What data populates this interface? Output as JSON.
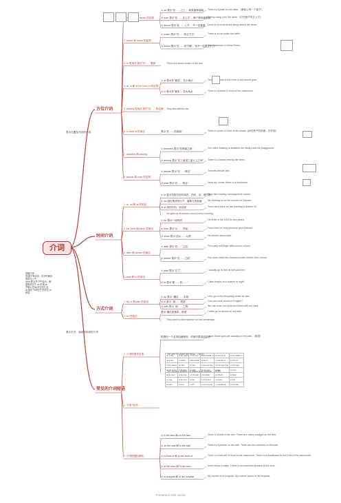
{
  "center_title": "介词",
  "left_note": "四组口诀\n在|用于年月中，在于时间中 年初与上午\nin/on 在|上午下午会分，用是周日分于 on 不用 on\n不用in 在|at 时空交汇点\nat 用在一切/在于 的中文 in 形容",
  "branches": [
    {
      "label": "方位介词",
      "side_label": "表示位置及方向的介词"
    },
    {
      "label": "时间介词",
      "side_label": ""
    },
    {
      "label": "方式介词",
      "side_label": "表示方式、途径和手段的介词"
    },
    {
      "label": "常见的介词短语",
      "side_label": ""
    }
  ],
  "place": {
    "items": [
      {
        "label": "1. on, over 和 above 的区别",
        "subs": [
          {
            "text": "① on 表示\"在……之上\"，和表面有接触",
            "en": "There is a plate on the desk.（桌面上有一个盘子）"
          },
          {
            "text": "② over 表示\"在……正上方\"，两个物体相垂直",
            "en": "A lamp hang over the table.（灯在桌子的正上方）"
          },
          {
            "text": "③ above 表示\"在……上方\"，不一定垂直",
            "en": "Look! A lot of birds are flying above the trees."
          }
        ]
      },
      {
        "label": "2. under 和 below 的区别",
        "subs": [
          {
            "text": "① under 表示\"在……的正下方\"",
            "en": "There is a cat under the table."
          },
          {
            "text": "② below 表示\"在……的下面\"，但不一定是正下方",
            "en": "Our classroom is below theirs."
          }
        ]
      },
      {
        "label": "3. in 的用法 表示\"在……里面\"",
        "subs": [
          {
            "text": "",
            "en": "There are some books in the box."
          }
        ]
      },
      {
        "label": "4. at, in 和 at the front of 的区别",
        "subs": [
          {
            "text": "① at 表示在\"某处\"，在小地点",
            "en": "The girl stands at the front of the school gate."
          },
          {
            "text": "② in 表示在\"某处\"，在大地点",
            "en": "There is a flower in front of the classroom."
          }
        ]
      },
      {
        "label": "5. behind 的用法 表示\"在……的后面\"",
        "subs": [
          {
            "text": "",
            "en": "Tony sits behind me."
          }
        ]
      },
      {
        "label": "6. in front of 的用法",
        "subs": [
          {
            "text": "表示\"在……的前面\"",
            "en": "There is a tree in front of the house. (树在房子的前面，在外部)"
          }
        ]
      },
      {
        "label": "7. between 和 among",
        "subs": [
          {
            "text": "① between 表示\"在两者之间\"",
            "en": "The office building is between the library and the playground."
          },
          {
            "text": "② among 表示\"在三者或三者以上之间\"",
            "en": "There is a house among the trees."
          }
        ]
      },
      {
        "label": "8. beside 和 near 的区别",
        "subs": [
          {
            "text": "① beside 表示\"在……旁边\"",
            "en": "Tom sits beside him."
          },
          {
            "text": "② near 表示\"在……附近\"",
            "en": "Near my house, there is a bookstore."
          }
        ]
      }
    ]
  },
  "time": {
    "items": [
      {
        "label": "1. in, on 和 at 的用法",
        "subs": [
          {
            "text": "① in 表示在较长的时间内，在年、月、季节前",
            "en": "They like reading newspapers in winter."
          },
          {
            "text": "② on 用在具体的日子、星期几的前面",
            "en": "My birthday is on the second of October."
          },
          {
            "text": "③ at 用在时刻、钟点前",
            "en": "They went there on the morning of March 20."
          },
          {
            "text": "",
            "en": "He gets up at seven o'clock every morning."
          }
        ]
      },
      {
        "label": "2. for, from 和 since 的用法",
        "subs": [
          {
            "text": "① for 表示一段时间",
            "en": "He lived in the USA for two years."
          },
          {
            "text": "② from 表示\"从……开始\"",
            "en": "From then on, they became good friends."
          },
          {
            "text": "③ since 表示\"自从……以来\"",
            "en": "He arrived about nine."
          }
        ]
      },
      {
        "label": "3. after 和 before 的用法",
        "subs": [
          {
            "text": "① after 表示\"在……之后\"",
            "en": "The party will begin after seven o'clock."
          },
          {
            "text": "② before 表示\"在……之前\"",
            "en": "You must clean the classroom well before nine o'clock."
          }
        ]
      },
      {
        "label": "4. past 和 to 的用法",
        "subs": [
          {
            "text": "① past 表示\"过了\"",
            "en": "I usually go to bed at half past ten."
          },
          {
            "text": "② to 表示\"差……到……\"",
            "en": "Class begins at a quarter to eight."
          }
        ]
      }
    ]
  },
  "manner": {
    "items": [
      {
        "label": "1. by, in 和 with 的用法",
        "subs": [
          {
            "text": "① by 表示 \"通过……手段\"",
            "en": "Let's go to the shopping center by taxi."
          },
          {
            "text": "② in 表示 \"用……语言\"",
            "en": "Can you write words in English?"
          },
          {
            "text": "③ with 表示 \"用……工具\"",
            "en": "We can write our eyes and listen with our ears."
          }
        ]
      },
      {
        "label": "2. on 的用法",
        "subs": [
          {
            "text": "表示\"通过收音机、电视\"",
            "en": "I often go to school on my bike."
          },
          {
            "text": "",
            "en": "They went to the museum on bus yesterday."
          }
        ]
      }
    ]
  },
  "phrases": {
    "items": [
      {
        "label": "1. 介词短语作定语",
        "subs": [
          {
            "text": "短语在一个名词后做修饰，可用作表语或定语",
            "en": "Look! Some girls are dancing in the park.（表语）"
          },
          {
            "text": "",
            "en": "The pen is under the book.（表语）"
          },
          {
            "text": "",
            "en": "The woman beside the Black tree teacher.（定语）"
          }
        ]
      },
      {
        "label": "2. 介词+名词",
        "subs": []
      },
      {
        "label": "3. 介词短语的辨析",
        "subs": [
          {
            "text": "① in the tree 和 on the tree",
            "en": "There is a bird in the tree. There are many oranges on the tree."
          },
          {
            "text": "② on the wall 和 in the wall",
            "en": "There is a picture on the wall. There are two windows in the wall."
          },
          {
            "text": "③ in front of 和 in the front of",
            "en": "There is a tall tree in front of the classroom. There is a blackboard in the front of the classroom."
          },
          {
            "text": "④ at the door 和 in the door",
            "en": "Don't sleep in class. There is an American student at the door."
          },
          {
            "text": "⑤ in hospital 和 in the hospital",
            "en": "My mother is in hospital. My mother works in the hospital."
          }
        ]
      }
    ]
  },
  "table": [
    [
      "on a map",
      "in the world",
      "on the sky",
      "in the middle of",
      "at the end of",
      "in the middle of"
    ],
    [
      "on a bed",
      "in winter",
      "after school",
      "at home",
      "on the left of",
      "in front of"
    ],
    [
      "in the garden",
      "on foot",
      "by bus",
      "in the morning",
      "at the beginning",
      "on the right"
    ],
    [
      "on the phone",
      "in English",
      "at night",
      "by the way",
      "in fact",
      "on time"
    ],
    [
      "at the door",
      "in the tree",
      "on the wall",
      "in hospital",
      "at school",
      "in class"
    ],
    [
      "on duty",
      "in the end",
      "at last",
      "in the future",
      "on show",
      "at first"
    ],
    [
      "at work",
      "in time",
      "on TV",
      "in the evening",
      "on weekends",
      "on Sunday"
    ]
  ],
  "footer": "Presented with xmind"
}
